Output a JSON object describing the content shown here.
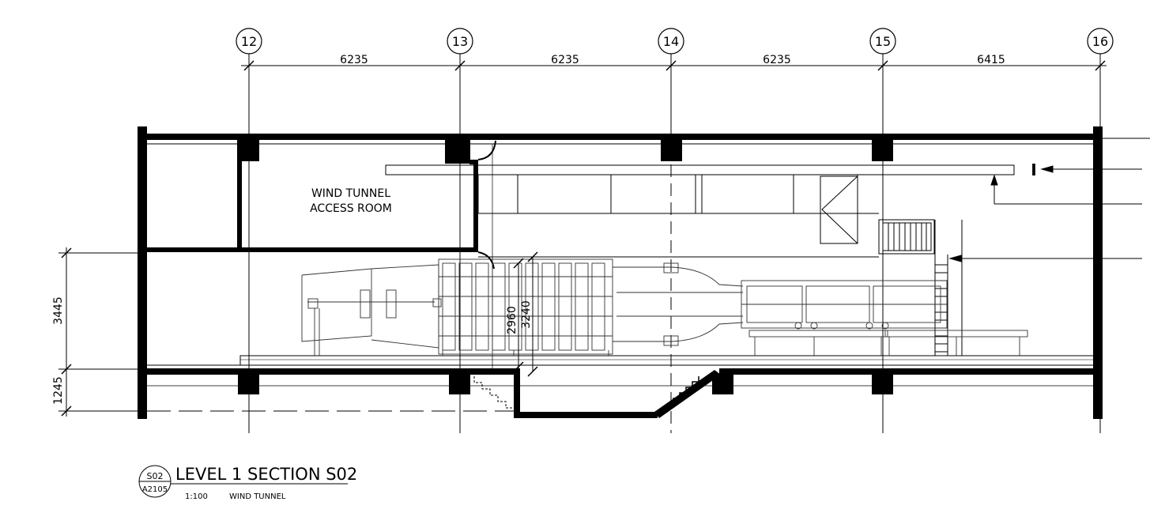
{
  "grid": {
    "markers": [
      "12",
      "13",
      "14",
      "15",
      "16"
    ],
    "spacings": [
      "6235",
      "6235",
      "6235",
      "6415"
    ]
  },
  "room_label": {
    "line1": "WIND TUNNEL",
    "line2": "ACCESS ROOM"
  },
  "dimensions": {
    "vertical_upper": "3445",
    "vertical_lower": "1245",
    "tunnel_inner": "2960",
    "tunnel_outer": "3240"
  },
  "section_marker_symbol": "I",
  "title_block": {
    "tag_top": "S02",
    "tag_bottom": "A2105",
    "title": "LEVEL 1 SECTION S02",
    "scale": "1:100",
    "subtitle": "WIND TUNNEL"
  }
}
